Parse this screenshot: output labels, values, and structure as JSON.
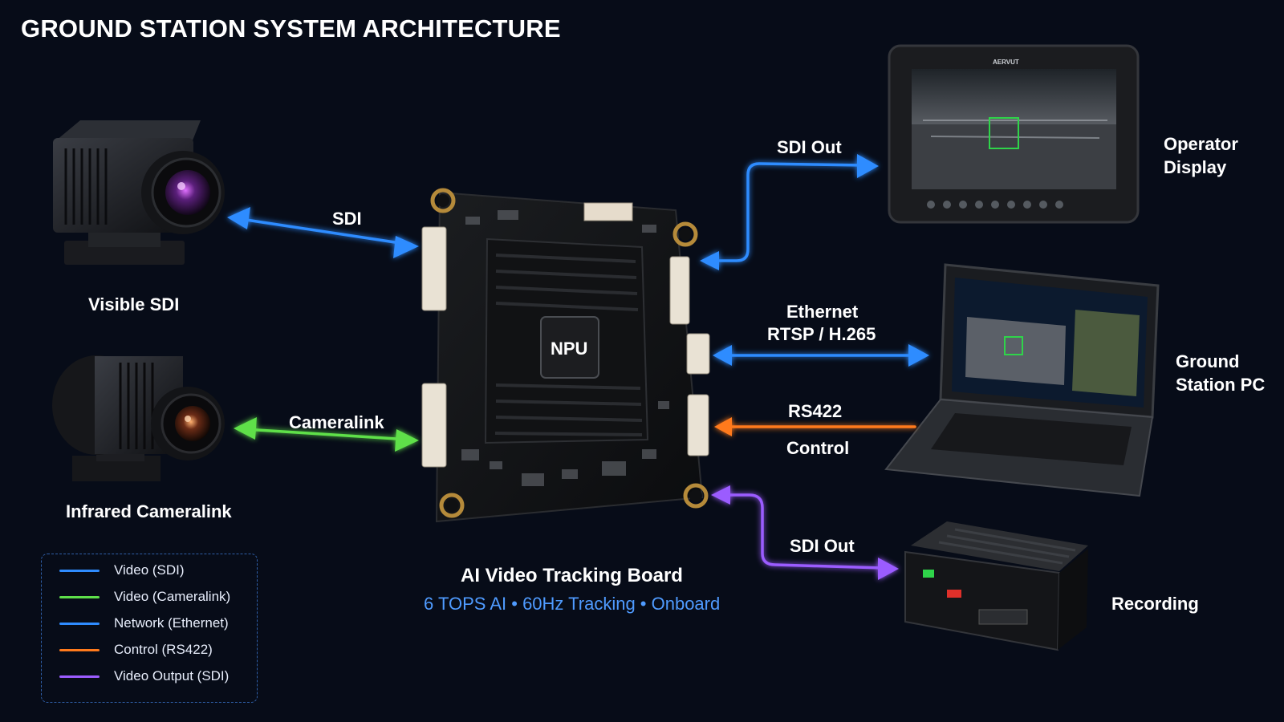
{
  "title": "GROUND STATION SYSTEM ARCHITECTURE",
  "colors": {
    "background": "#070c18",
    "sdi": "#2f8cff",
    "cameralink": "#5ee04a",
    "ethernet": "#2f8cff",
    "rs422": "#ff7a1c",
    "sdi_output": "#9b5cff",
    "subtitle": "#4f9bff"
  },
  "devices": {
    "visible_camera": {
      "label": "Visible SDI",
      "icon": "sdi-camera-icon"
    },
    "infrared_camera": {
      "label": "Infrared Cameralink",
      "icon": "infrared-camera-icon"
    },
    "board": {
      "label": "AI Video Tracking Board",
      "chip_label": "NPU",
      "subtitle": "6 TOPS AI • 60Hz Tracking • Onboard",
      "icon": "circuit-board-icon"
    },
    "operator_display": {
      "label_line1": "Operator",
      "label_line2": "Display",
      "brand": "AERVUT",
      "icon": "rugged-tablet-icon"
    },
    "ground_station_pc": {
      "label_line1": "Ground",
      "label_line2": "Station PC",
      "icon": "laptop-icon"
    },
    "recorder": {
      "label": "Recording",
      "icon": "recorder-box-icon"
    }
  },
  "links": {
    "sdi_in": "SDI",
    "cameralink_in": "Cameralink",
    "sdi_out_display": "SDI Out",
    "ethernet_line1": "Ethernet",
    "ethernet_line2": "RTSP / H.265",
    "rs422_line1": "RS422",
    "rs422_line2": "Control",
    "sdi_out_record": "SDI Out"
  },
  "legend": [
    {
      "label": "Video (SDI)",
      "color": "#2f8cff"
    },
    {
      "label": "Video (Cameralink)",
      "color": "#5ee04a"
    },
    {
      "label": "Network (Ethernet)",
      "color": "#2f8cff"
    },
    {
      "label": "Control (RS422)",
      "color": "#ff7a1c"
    },
    {
      "label": "Video Output (SDI)",
      "color": "#9b5cff"
    }
  ]
}
